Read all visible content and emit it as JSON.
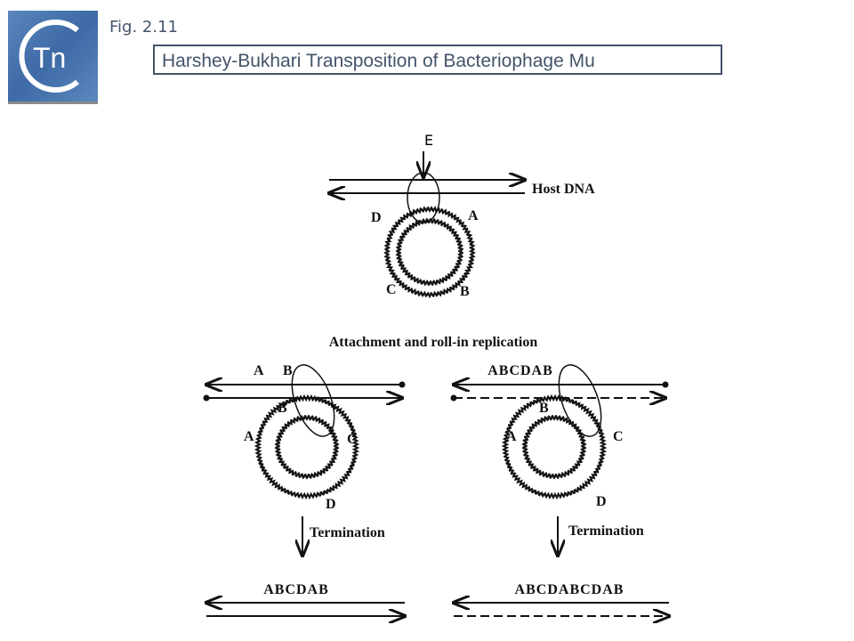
{
  "logo": {
    "text": "Tn",
    "letter": "C"
  },
  "header": {
    "fig_label": "Fig. 2.11",
    "title": "Harshey-Bukhari Transposition of Bacteriophage Mu"
  },
  "diagram": {
    "top": {
      "enzyme": "E",
      "host_label": "Host DNA",
      "sites": [
        "D",
        "A",
        "C",
        "B"
      ]
    },
    "step_label": "Attachment and roll-in replication",
    "left": {
      "strand_label_a": "A",
      "strand_label_b": "B",
      "b2": "B",
      "a2": "A",
      "c": "C",
      "d": "D",
      "termination": "Termination",
      "product": "ABCDAB"
    },
    "right": {
      "strand_label": "ABCDAB",
      "b2": "B",
      "a2": "A",
      "c": "C",
      "d": "D",
      "termination": "Termination",
      "product": "ABCDABCDAB"
    }
  }
}
